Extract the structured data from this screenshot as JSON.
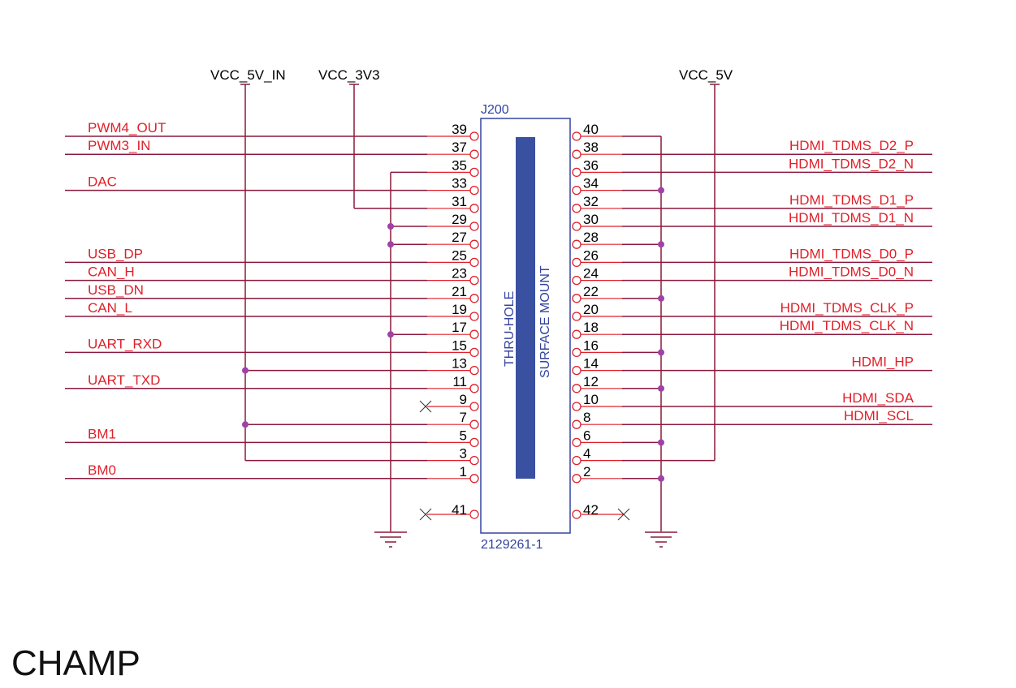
{
  "page_title": "CHAMP",
  "connector": {
    "refdes": "J200",
    "part_number": "2129261-1",
    "label_thru": "THRU-HOLE",
    "label_smt": "SURFACE MOUNT"
  },
  "power": {
    "vcc_5v_in": "VCC_5V_IN",
    "vcc_3v3": "VCC_3V3",
    "vcc_5v": "VCC_5V"
  },
  "colors": {
    "wire": "#8b1a3c",
    "net_label": "#e0202a",
    "junction": "#a040a8",
    "body": "#3344a0",
    "pin": "#e0202a"
  },
  "left_pins": [
    {
      "num": "39",
      "net": "PWM4_OUT"
    },
    {
      "num": "37",
      "net": "PWM3_IN"
    },
    {
      "num": "35",
      "net": ""
    },
    {
      "num": "33",
      "net": "DAC"
    },
    {
      "num": "31",
      "net": ""
    },
    {
      "num": "29",
      "net": ""
    },
    {
      "num": "27",
      "net": ""
    },
    {
      "num": "25",
      "net": "USB_DP"
    },
    {
      "num": "23",
      "net": "CAN_H"
    },
    {
      "num": "21",
      "net": "USB_DN"
    },
    {
      "num": "19",
      "net": "CAN_L"
    },
    {
      "num": "17",
      "net": ""
    },
    {
      "num": "15",
      "net": "UART_RXD"
    },
    {
      "num": "13",
      "net": ""
    },
    {
      "num": "11",
      "net": "UART_TXD"
    },
    {
      "num": "9",
      "net": ""
    },
    {
      "num": "7",
      "net": ""
    },
    {
      "num": "5",
      "net": "BM1"
    },
    {
      "num": "3",
      "net": ""
    },
    {
      "num": "1",
      "net": "BM0"
    }
  ],
  "right_pins": [
    {
      "num": "40",
      "net": ""
    },
    {
      "num": "38",
      "net": "HDMI_TDMS_D2_P"
    },
    {
      "num": "36",
      "net": "HDMI_TDMS_D2_N"
    },
    {
      "num": "34",
      "net": ""
    },
    {
      "num": "32",
      "net": "HDMI_TDMS_D1_P"
    },
    {
      "num": "30",
      "net": "HDMI_TDMS_D1_N"
    },
    {
      "num": "28",
      "net": ""
    },
    {
      "num": "26",
      "net": "HDMI_TDMS_D0_P"
    },
    {
      "num": "24",
      "net": "HDMI_TDMS_D0_N"
    },
    {
      "num": "22",
      "net": ""
    },
    {
      "num": "20",
      "net": "HDMI_TDMS_CLK_P"
    },
    {
      "num": "18",
      "net": "HDMI_TDMS_CLK_N"
    },
    {
      "num": "16",
      "net": ""
    },
    {
      "num": "14",
      "net": "HDMI_HP"
    },
    {
      "num": "12",
      "net": ""
    },
    {
      "num": "10",
      "net": "HDMI_SDA"
    },
    {
      "num": "8",
      "net": "HDMI_SCL"
    },
    {
      "num": "6",
      "net": ""
    },
    {
      "num": "4",
      "net": ""
    },
    {
      "num": "2",
      "net": ""
    }
  ],
  "mount_pins": {
    "left": "41",
    "right": "42"
  }
}
